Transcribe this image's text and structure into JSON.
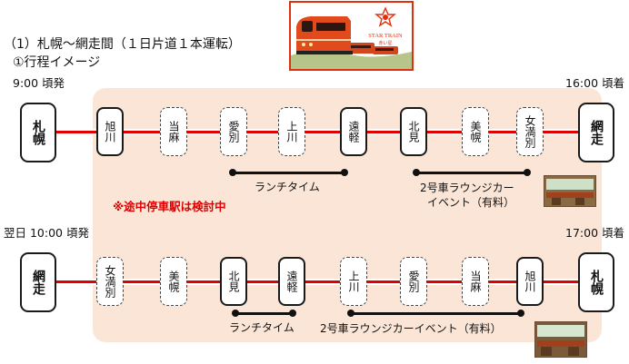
{
  "heading": "（1）札幌～網走間（１日片道１本運転）",
  "subheading": "①行程イメージ",
  "logo": {
    "text": "STAR TRAIN",
    "subtext": "赤い星"
  },
  "outbound": {
    "depart_time": "9:00 頃発",
    "arrive_time": "16:00 頃着",
    "origin": "札幌",
    "destination": "網走",
    "stations": [
      {
        "name": "旭川",
        "style": "solid"
      },
      {
        "name": "当麻",
        "style": "dashed"
      },
      {
        "name": "愛別",
        "style": "dashed"
      },
      {
        "name": "上川",
        "style": "dashed"
      },
      {
        "name": "遠軽",
        "style": "solid"
      },
      {
        "name": "北見",
        "style": "solid"
      },
      {
        "name": "美幌",
        "style": "dashed"
      },
      {
        "name": "女満別",
        "style": "dashed"
      }
    ],
    "lunch": "ランチタイム",
    "lounge_line1": "2号車ラウンジカー",
    "lounge_line2": "イベント（有料）",
    "note": "※途中停車駅は検討中"
  },
  "return": {
    "depart_time": "翌日 10:00 頃発",
    "arrive_time": "17:00 頃着",
    "origin": "網走",
    "destination": "札幌",
    "stations": [
      {
        "name": "女満別",
        "style": "dashed"
      },
      {
        "name": "美幌",
        "style": "dashed"
      },
      {
        "name": "北見",
        "style": "solid"
      },
      {
        "name": "遠軽",
        "style": "solid"
      },
      {
        "name": "上川",
        "style": "dashed"
      },
      {
        "name": "愛別",
        "style": "dashed"
      },
      {
        "name": "当麻",
        "style": "dashed"
      },
      {
        "name": "旭川",
        "style": "solid"
      }
    ],
    "lunch": "ランチタイム",
    "lounge": "2号車ラウンジカーイベント（有料）"
  },
  "colors": {
    "accent_red": "#e00000",
    "panel_peach": "#fbe5d6",
    "train_orange": "#e04a1c"
  }
}
